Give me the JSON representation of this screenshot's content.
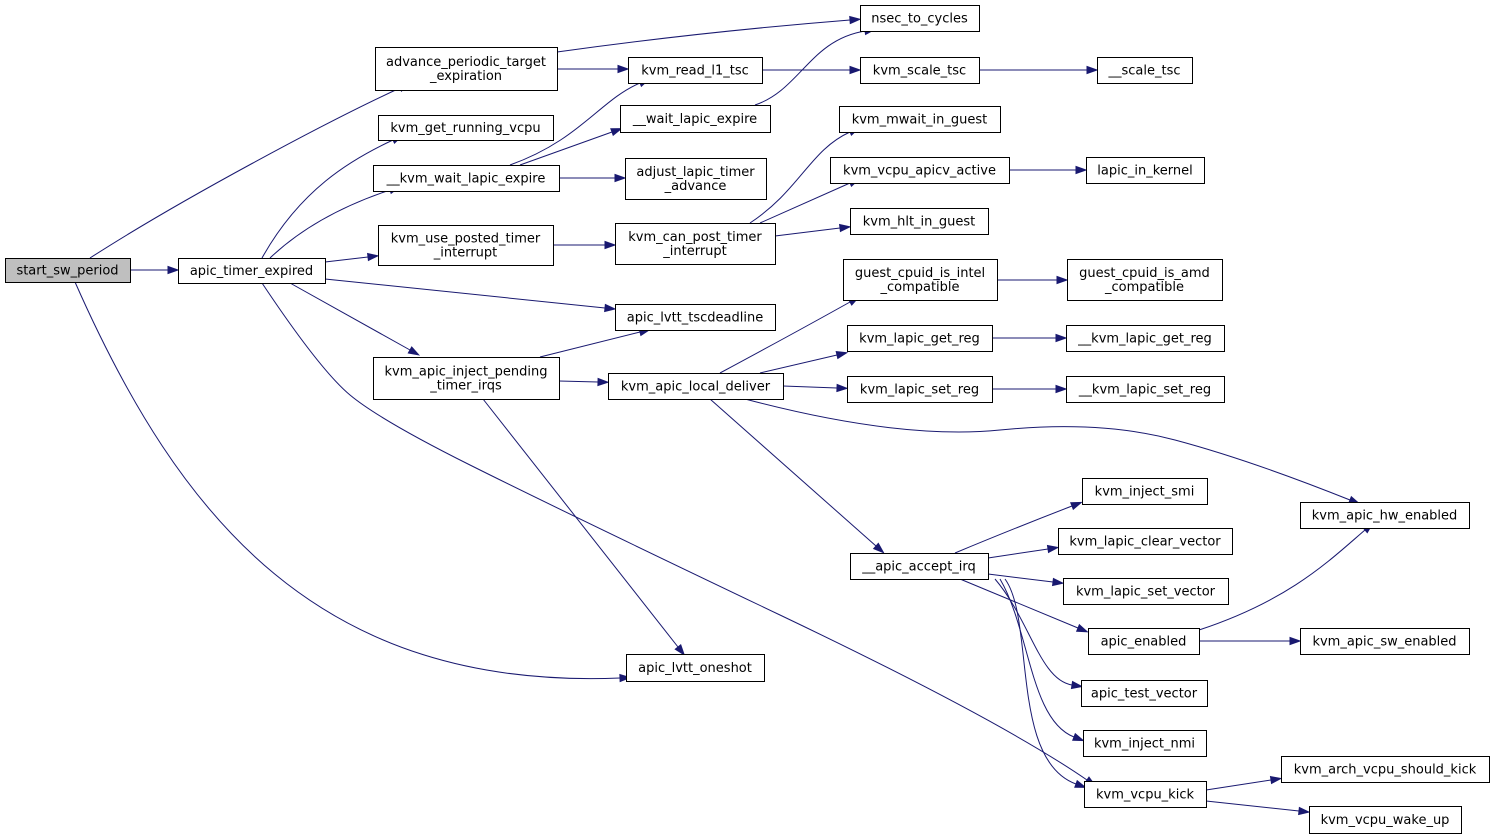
{
  "graph": {
    "root": "start_sw_period",
    "nodes": [
      {
        "id": "start_sw_period",
        "lines": [
          "start_sw_period"
        ]
      },
      {
        "id": "apic_timer_expired",
        "lines": [
          "apic_timer_expired"
        ]
      },
      {
        "id": "advance_periodic_target_expiration",
        "lines": [
          "advance_periodic_target",
          "_expiration"
        ]
      },
      {
        "id": "kvm_get_running_vcpu",
        "lines": [
          "kvm_get_running_vcpu"
        ]
      },
      {
        "id": "__kvm_wait_lapic_expire",
        "lines": [
          "__kvm_wait_lapic_expire"
        ]
      },
      {
        "id": "kvm_use_posted_timer_interrupt",
        "lines": [
          "kvm_use_posted_timer",
          "_interrupt"
        ]
      },
      {
        "id": "kvm_apic_inject_pending_timer_irqs",
        "lines": [
          "kvm_apic_inject_pending",
          "_timer_irqs"
        ]
      },
      {
        "id": "nsec_to_cycles",
        "lines": [
          "nsec_to_cycles"
        ]
      },
      {
        "id": "kvm_read_l1_tsc",
        "lines": [
          "kvm_read_l1_tsc"
        ]
      },
      {
        "id": "__wait_lapic_expire",
        "lines": [
          "__wait_lapic_expire"
        ]
      },
      {
        "id": "adjust_lapic_timer_advance",
        "lines": [
          "adjust_lapic_timer",
          "_advance"
        ]
      },
      {
        "id": "kvm_can_post_timer_interrupt",
        "lines": [
          "kvm_can_post_timer",
          "_interrupt"
        ]
      },
      {
        "id": "apic_lvtt_tscdeadline",
        "lines": [
          "apic_lvtt_tscdeadline"
        ]
      },
      {
        "id": "kvm_apic_local_deliver",
        "lines": [
          "kvm_apic_local_deliver"
        ]
      },
      {
        "id": "apic_lvtt_oneshot",
        "lines": [
          "apic_lvtt_oneshot"
        ]
      },
      {
        "id": "kvm_scale_tsc",
        "lines": [
          "kvm_scale_tsc"
        ]
      },
      {
        "id": "__scale_tsc",
        "lines": [
          "__scale_tsc"
        ]
      },
      {
        "id": "kvm_mwait_in_guest",
        "lines": [
          "kvm_mwait_in_guest"
        ]
      },
      {
        "id": "kvm_vcpu_apicv_active",
        "lines": [
          "kvm_vcpu_apicv_active"
        ]
      },
      {
        "id": "lapic_in_kernel",
        "lines": [
          "lapic_in_kernel"
        ]
      },
      {
        "id": "kvm_hlt_in_guest",
        "lines": [
          "kvm_hlt_in_guest"
        ]
      },
      {
        "id": "guest_cpuid_is_intel_compatible",
        "lines": [
          "guest_cpuid_is_intel",
          "_compatible"
        ]
      },
      {
        "id": "guest_cpuid_is_amd_compatible",
        "lines": [
          "guest_cpuid_is_amd",
          "_compatible"
        ]
      },
      {
        "id": "kvm_lapic_get_reg",
        "lines": [
          "kvm_lapic_get_reg"
        ]
      },
      {
        "id": "__kvm_lapic_get_reg",
        "lines": [
          "__kvm_lapic_get_reg"
        ]
      },
      {
        "id": "kvm_lapic_set_reg",
        "lines": [
          "kvm_lapic_set_reg"
        ]
      },
      {
        "id": "__kvm_lapic_set_reg",
        "lines": [
          "__kvm_lapic_set_reg"
        ]
      },
      {
        "id": "kvm_apic_hw_enabled",
        "lines": [
          "kvm_apic_hw_enabled"
        ]
      },
      {
        "id": "__apic_accept_irq",
        "lines": [
          "__apic_accept_irq"
        ]
      },
      {
        "id": "kvm_inject_smi",
        "lines": [
          "kvm_inject_smi"
        ]
      },
      {
        "id": "kvm_lapic_clear_vector",
        "lines": [
          "kvm_lapic_clear_vector"
        ]
      },
      {
        "id": "kvm_lapic_set_vector",
        "lines": [
          "kvm_lapic_set_vector"
        ]
      },
      {
        "id": "apic_enabled",
        "lines": [
          "apic_enabled"
        ]
      },
      {
        "id": "kvm_apic_sw_enabled",
        "lines": [
          "kvm_apic_sw_enabled"
        ]
      },
      {
        "id": "apic_test_vector",
        "lines": [
          "apic_test_vector"
        ]
      },
      {
        "id": "kvm_inject_nmi",
        "lines": [
          "kvm_inject_nmi"
        ]
      },
      {
        "id": "kvm_vcpu_kick",
        "lines": [
          "kvm_vcpu_kick"
        ]
      },
      {
        "id": "kvm_arch_vcpu_should_kick",
        "lines": [
          "kvm_arch_vcpu_should_kick"
        ]
      },
      {
        "id": "kvm_vcpu_wake_up",
        "lines": [
          "kvm_vcpu_wake_up"
        ]
      }
    ],
    "edges": [
      [
        "start_sw_period",
        "apic_timer_expired"
      ],
      [
        "start_sw_period",
        "advance_periodic_target_expiration"
      ],
      [
        "start_sw_period",
        "apic_lvtt_oneshot"
      ],
      [
        "apic_timer_expired",
        "kvm_get_running_vcpu"
      ],
      [
        "apic_timer_expired",
        "__kvm_wait_lapic_expire"
      ],
      [
        "apic_timer_expired",
        "kvm_use_posted_timer_interrupt"
      ],
      [
        "apic_timer_expired",
        "apic_lvtt_tscdeadline"
      ],
      [
        "apic_timer_expired",
        "kvm_apic_inject_pending_timer_irqs"
      ],
      [
        "apic_timer_expired",
        "kvm_vcpu_kick"
      ],
      [
        "advance_periodic_target_expiration",
        "nsec_to_cycles"
      ],
      [
        "advance_periodic_target_expiration",
        "kvm_read_l1_tsc"
      ],
      [
        "__kvm_wait_lapic_expire",
        "kvm_read_l1_tsc"
      ],
      [
        "__kvm_wait_lapic_expire",
        "__wait_lapic_expire"
      ],
      [
        "__kvm_wait_lapic_expire",
        "adjust_lapic_timer_advance"
      ],
      [
        "kvm_read_l1_tsc",
        "kvm_scale_tsc"
      ],
      [
        "kvm_scale_tsc",
        "__scale_tsc"
      ],
      [
        "__wait_lapic_expire",
        "nsec_to_cycles"
      ],
      [
        "kvm_use_posted_timer_interrupt",
        "kvm_can_post_timer_interrupt"
      ],
      [
        "kvm_can_post_timer_interrupt",
        "kvm_mwait_in_guest"
      ],
      [
        "kvm_can_post_timer_interrupt",
        "kvm_vcpu_apicv_active"
      ],
      [
        "kvm_can_post_timer_interrupt",
        "kvm_hlt_in_guest"
      ],
      [
        "kvm_vcpu_apicv_active",
        "lapic_in_kernel"
      ],
      [
        "kvm_apic_inject_pending_timer_irqs",
        "apic_lvtt_tscdeadline"
      ],
      [
        "kvm_apic_inject_pending_timer_irqs",
        "kvm_apic_local_deliver"
      ],
      [
        "kvm_apic_inject_pending_timer_irqs",
        "apic_lvtt_oneshot"
      ],
      [
        "kvm_apic_local_deliver",
        "guest_cpuid_is_intel_compatible"
      ],
      [
        "kvm_apic_local_deliver",
        "kvm_lapic_get_reg"
      ],
      [
        "kvm_apic_local_deliver",
        "kvm_lapic_set_reg"
      ],
      [
        "kvm_apic_local_deliver",
        "kvm_apic_hw_enabled"
      ],
      [
        "kvm_apic_local_deliver",
        "__apic_accept_irq"
      ],
      [
        "guest_cpuid_is_intel_compatible",
        "guest_cpuid_is_amd_compatible"
      ],
      [
        "kvm_lapic_get_reg",
        "__kvm_lapic_get_reg"
      ],
      [
        "kvm_lapic_set_reg",
        "__kvm_lapic_set_reg"
      ],
      [
        "__apic_accept_irq",
        "kvm_inject_smi"
      ],
      [
        "__apic_accept_irq",
        "kvm_lapic_clear_vector"
      ],
      [
        "__apic_accept_irq",
        "kvm_lapic_set_vector"
      ],
      [
        "__apic_accept_irq",
        "apic_enabled"
      ],
      [
        "__apic_accept_irq",
        "apic_test_vector"
      ],
      [
        "__apic_accept_irq",
        "kvm_inject_nmi"
      ],
      [
        "__apic_accept_irq",
        "kvm_vcpu_kick"
      ],
      [
        "apic_enabled",
        "kvm_apic_hw_enabled"
      ],
      [
        "apic_enabled",
        "kvm_apic_sw_enabled"
      ],
      [
        "kvm_vcpu_kick",
        "kvm_arch_vcpu_should_kick"
      ],
      [
        "kvm_vcpu_kick",
        "kvm_vcpu_wake_up"
      ]
    ]
  }
}
